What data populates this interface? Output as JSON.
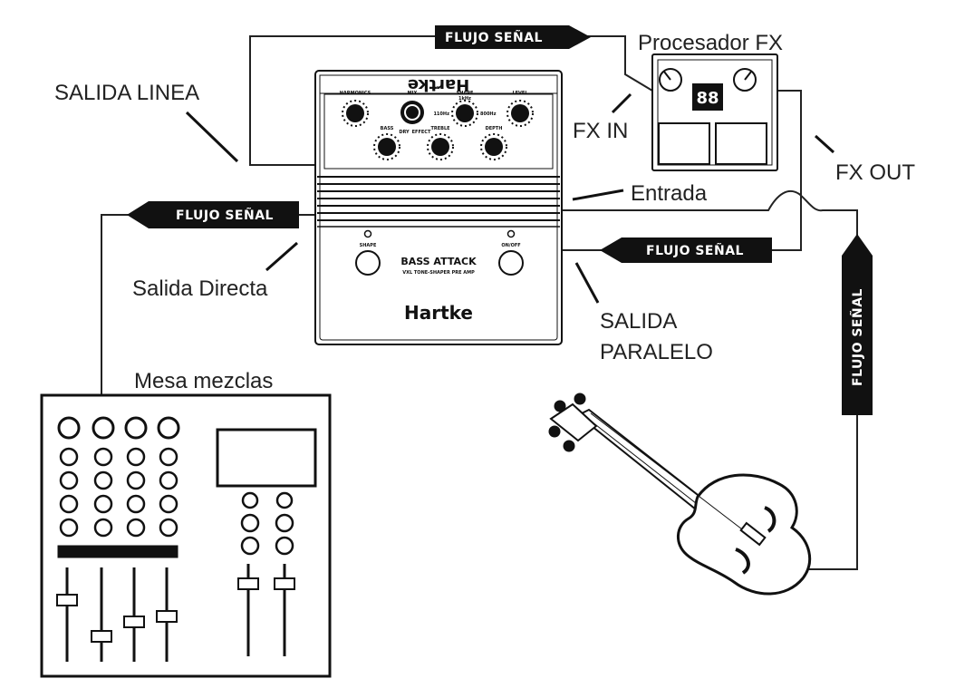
{
  "labels": {
    "salida_linea": "SALIDA LINEA",
    "procesador_fx": "Procesador FX",
    "fx_in": "FX IN",
    "fx_out": "FX OUT",
    "entrada": "Entrada",
    "salida_directa": "Salida Directa",
    "salida_paralelo_1": "SALIDA",
    "salida_paralelo_2": "PARALELO",
    "mesa_mezclas": "Mesa mezclas"
  },
  "flow_label": "FLUJO SEÑAL",
  "pedal": {
    "brand_top": "Hartke",
    "brand": "Hartke",
    "model": "BASS ATTACK",
    "subtitle": "VXL TONE-SHAPER PRE AMP",
    "footswitch_left": "SHAPE",
    "footswitch_right": "ON/OFF",
    "knobs_top": [
      "HARMONICS",
      "MIX",
      "SHAPE",
      "LEVEL"
    ],
    "knobs_bottom": [
      "BASS",
      "TREBLE",
      "DEPTH"
    ],
    "mix_sub_left": "DRY",
    "mix_sub_right": "EFFECT",
    "shape_sub": "1kHz",
    "shape_sub_left": "110Hz",
    "shape_sub_right": "800Hz"
  },
  "fx_processor": {
    "display": "88"
  }
}
